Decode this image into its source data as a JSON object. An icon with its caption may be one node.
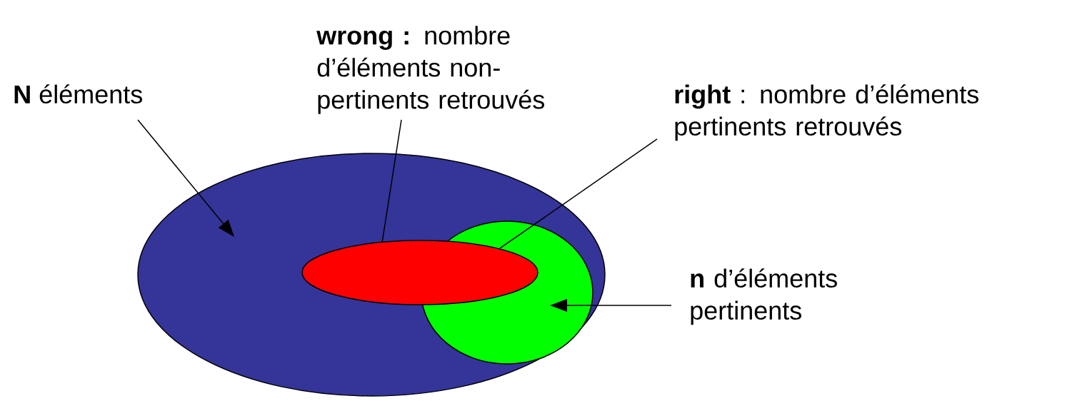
{
  "diagram": {
    "nodes": [
      {
        "text": [
          "**N** éléments"
        ]
      },
      {
        "text": [
          "**wrong :** nombre d’éléments non-pertinents retrouvés"
        ]
      },
      {
        "text": [
          "**right** : nombre d’éléments pertinents retrouvés"
        ]
      },
      {
        "text": [],
        "shape": "ellipse"
      },
      {
        "text": [],
        "shape": "ellipse",
        "in": 3
      },
      {
        "text": [],
        "shape": "ellipse",
        "in": 3
      },
      {
        "text": [
          "**n** d’éléments pertinents"
        ]
      }
    ],
    "edges": [
      {
        "from": 0,
        "to": 3,
        "arrow": "to"
      },
      {
        "from": 1,
        "to": 5,
        "arrow": "none"
      },
      {
        "from": 2,
        "to": 4,
        "arrow": "none"
      },
      {
        "from": 6,
        "to": 4,
        "arrow": "to"
      }
    ]
  }
}
